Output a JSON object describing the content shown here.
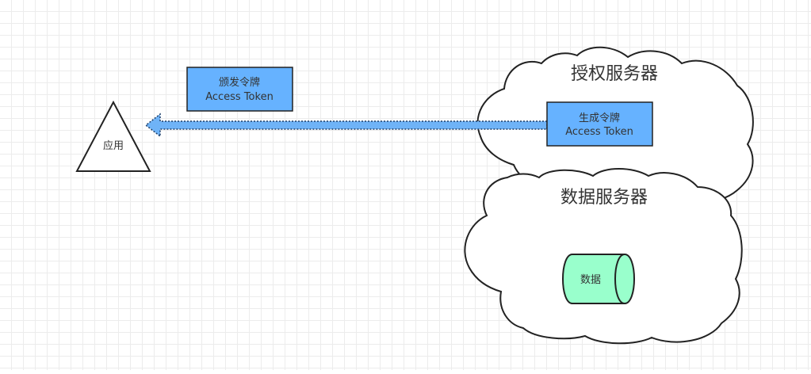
{
  "app_node": {
    "label": "应用"
  },
  "issue_token_box": {
    "line1": "颁发令牌",
    "line2": "Access Token"
  },
  "auth_server": {
    "title": "授权服务器"
  },
  "generate_token_box": {
    "line1": "生成令牌",
    "line2": "Access Token"
  },
  "data_server": {
    "title": "数据服务器"
  },
  "data_store": {
    "label": "数据"
  },
  "colors": {
    "token_box_fill": "#66b2ff",
    "arrow_fill": "#6fb3f7",
    "data_store_fill": "#99ffcc",
    "stroke": "#222222"
  },
  "icons": {
    "application": "triangle-shape",
    "server": "cloud-shape",
    "database": "cylinder-shape"
  }
}
